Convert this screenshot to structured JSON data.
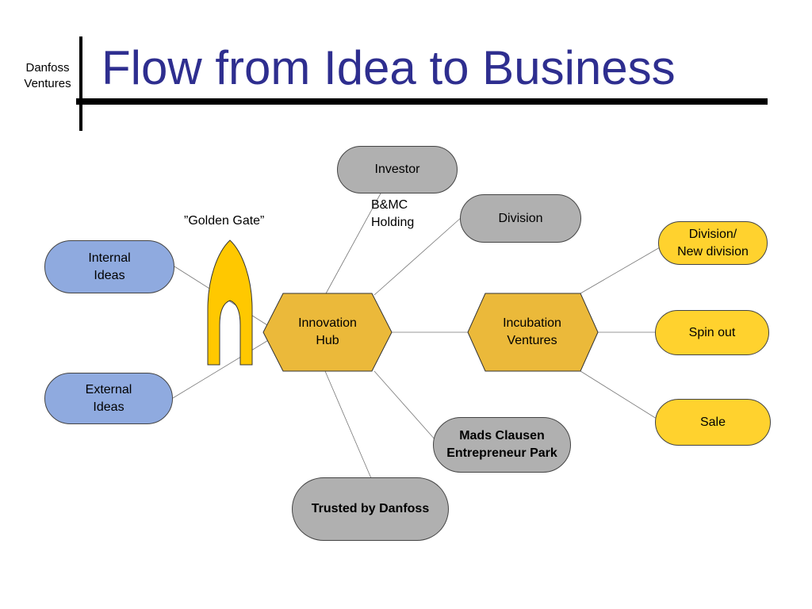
{
  "header": {
    "org_line1": "Danfoss",
    "org_line2": "Ventures",
    "title": "Flow from Idea to Business"
  },
  "colors": {
    "title": "#2e2e8f",
    "idea_nodes": "#8faadf",
    "gray_nodes": "#b0b0b0",
    "outcome_nodes": "#ffd22e",
    "hexagons": "#ebb93a",
    "golden_gate": "#ffc800"
  },
  "diagram": {
    "golden_gate_label": "”Golden Gate”",
    "internal_ideas": [
      "Internal",
      "Ideas"
    ],
    "external_ideas": [
      "External",
      "Ideas"
    ],
    "innovation_hub": [
      "Innovation",
      "Hub"
    ],
    "incubation_ventures": [
      "Incubation",
      "Ventures"
    ],
    "investor": "Investor",
    "bmc_holding": [
      "B&MC",
      "Holding"
    ],
    "division": "Division",
    "division_new": [
      "Division/",
      "New division"
    ],
    "spin_out": "Spin out",
    "sale": "Sale",
    "mads_clausen": [
      "Mads Clausen",
      "Entrepreneur Park"
    ],
    "trusted": "Trusted by Danfoss"
  }
}
